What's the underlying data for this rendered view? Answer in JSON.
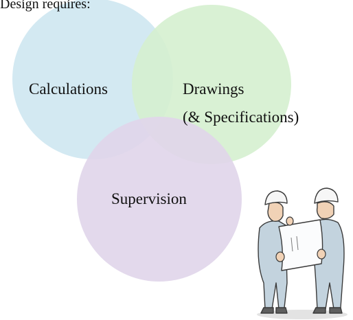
{
  "top_text": "Design requires:",
  "colors": {
    "calculations_circle": "#cfe7f1",
    "drawings_circle": "#d6f0d0",
    "supervision_circle": "#e1d6ea",
    "worker_suit": "#c3d3de",
    "helmet": "#f6f6f6",
    "blueprint": "#fbfcfd"
  },
  "diagram": {
    "circles": [
      {
        "id": "calculations",
        "label": "Calculations",
        "color": "#cfe7f1"
      },
      {
        "id": "drawings",
        "label_line1": "Drawings",
        "label_line2": "(& Specifications)",
        "color": "#d6f0d0"
      },
      {
        "id": "supervision",
        "label": "Supervision",
        "color": "#e1d6ea"
      }
    ]
  },
  "illustration": {
    "icon": "engineers-with-blueprint-icon"
  }
}
